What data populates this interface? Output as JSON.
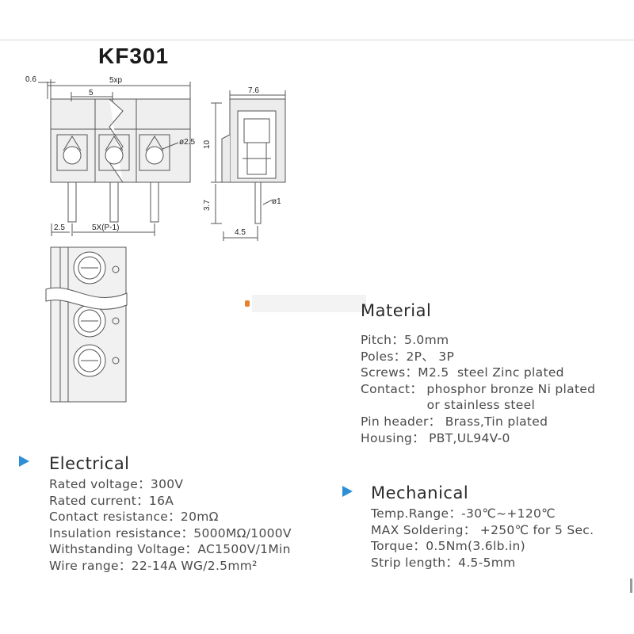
{
  "title": "KF301",
  "dimensions": {
    "d06": "0.6",
    "d5xp": "5xp",
    "d5": "5",
    "d25": "ø2.5",
    "d25b": "2.5",
    "d5xp1": "5X(P-1)",
    "d76": "7.6",
    "d10": "10",
    "d37": "3.7",
    "d1": "ø1",
    "d45": "4.5"
  },
  "material": {
    "heading": "Material",
    "lines": [
      "Pitch：5.0mm",
      "Poles：2P、 3P",
      "Screws：M2.5  steel Zinc plated",
      "Contact： phosphor bronze Ni plated",
      "                or stainless steel",
      "Pin header： Brass,Tin plated",
      "Housing： PBT,UL94V-0"
    ]
  },
  "electrical": {
    "heading": "Electrical",
    "lines": [
      "Rated voltage：300V",
      "Rated current：16A",
      "Contact resistance：20mΩ",
      "Insulation resistance：5000MΩ/1000V",
      "Withstanding Voltage：AC1500V/1Min",
      "Wire range：22-14A WG/2.5mm²"
    ]
  },
  "mechanical": {
    "heading": "Mechanical",
    "lines": [
      "Temp.Range：-30℃~+120℃",
      "MAX Soldering： +250℃ for 5 Sec.",
      "Torque：0.5Nm(3.6lb.in)",
      "Strip length：4.5-5mm"
    ]
  },
  "colors": {
    "accent": "#2e8fd6",
    "text": "#4a4a4a",
    "line": "#555555"
  }
}
